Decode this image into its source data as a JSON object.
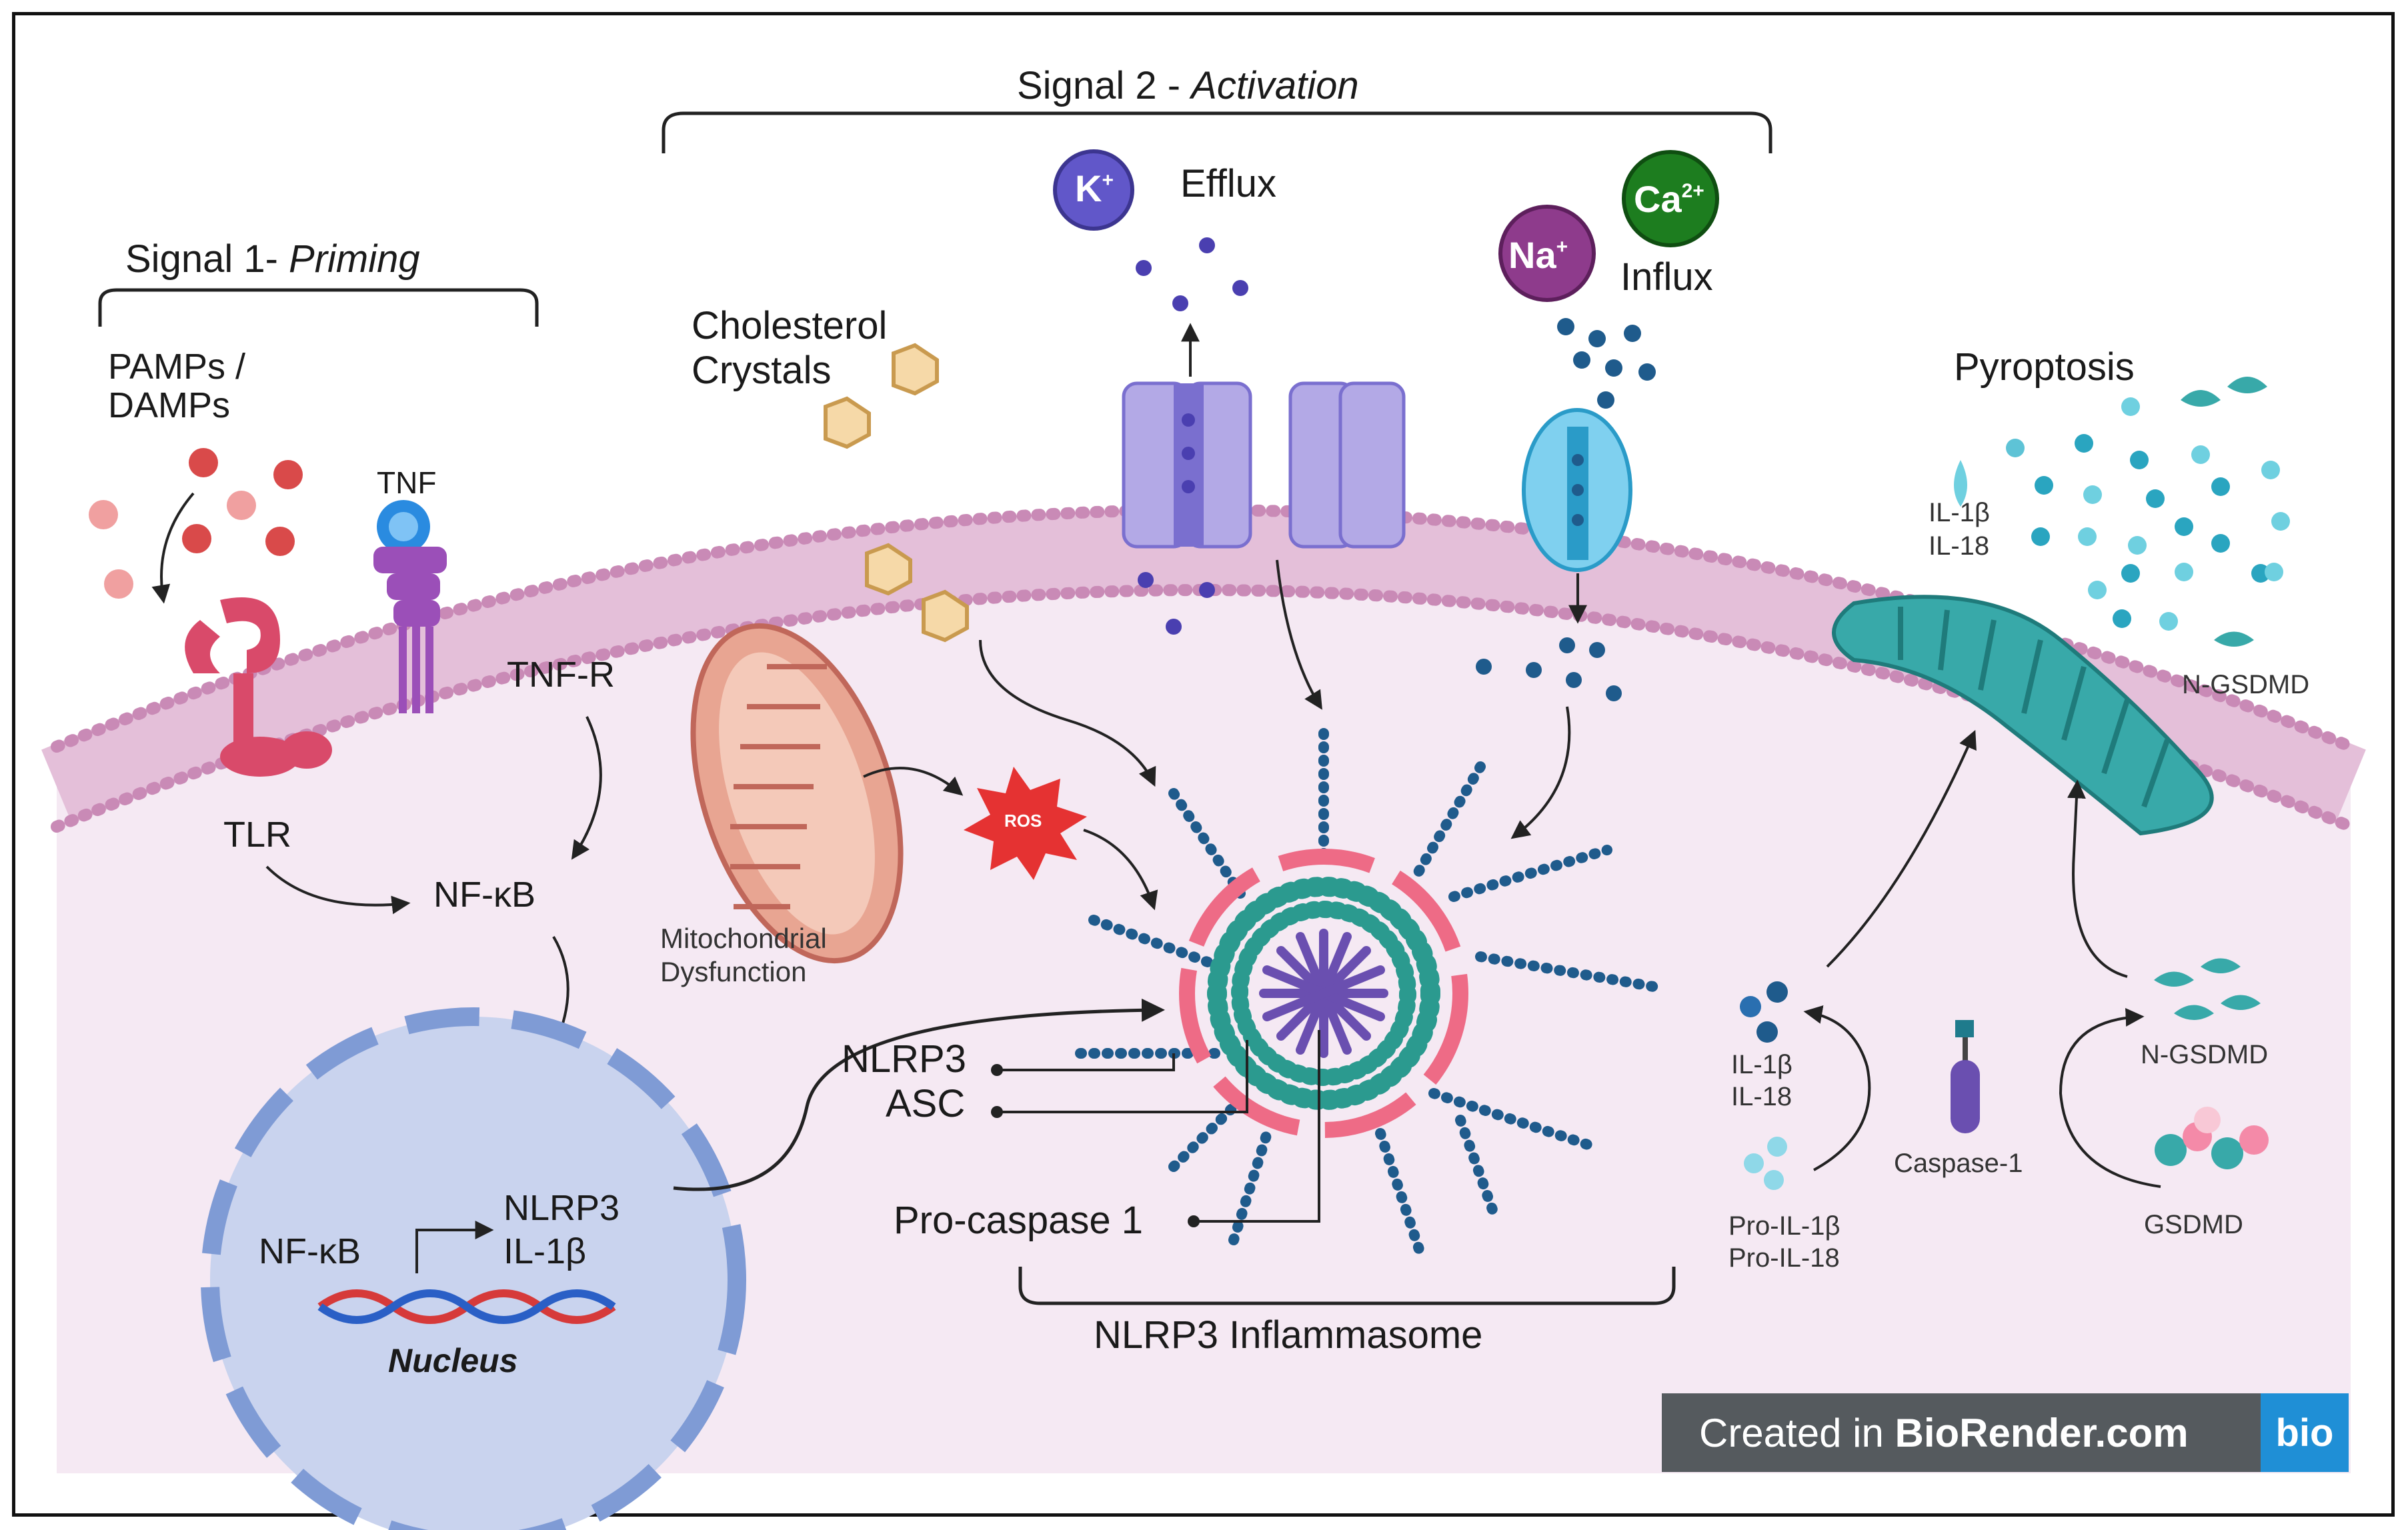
{
  "signal1": {
    "title_prefix": "Signal 1- ",
    "title_italic": "Priming"
  },
  "signal2": {
    "title_prefix": "Signal 2 - ",
    "title_italic": "Activation"
  },
  "labels": {
    "pamps": "PAMPs /",
    "damps": "DAMPs",
    "tnf": "TNF",
    "tnf_r": "TNF-R",
    "tlr": "TLR",
    "nfkb": "NF-κB",
    "nucleus_nfkb": "NF-κB",
    "nucleus_nlrp3": "NLRP3",
    "nucleus_il1b": "IL-1β",
    "nucleus": "Nucleus",
    "cholesterol_1": "Cholesterol",
    "cholesterol_2": "Crystals",
    "mito_1": "Mitochondrial",
    "mito_2": "Dysfunction",
    "ros": "ROS",
    "efflux": "Efflux",
    "influx": "Influx",
    "nlrp3": "NLRP3",
    "asc": "ASC",
    "procaspase": "Pro-caspase 1",
    "inflammasome": "NLRP3 Inflammasome",
    "pyroptosis": "Pyroptosis",
    "pyro_il1b": "IL-1β",
    "pyro_il18": "IL-18",
    "ngsdmd_top": "N-GSDMD",
    "il1b": "IL-1β",
    "il18": "IL-18",
    "pro_il1b": "Pro-IL-1β",
    "pro_il18": "Pro-IL-18",
    "caspase1": "Caspase-1",
    "ngsdmd": "N-GSDMD",
    "gsdmd": "GSDMD"
  },
  "ions": {
    "k_base": "K",
    "k_sup": "+",
    "na_base": "Na",
    "na_sup": "+",
    "ca_base": "Ca",
    "ca_sup": "2+"
  },
  "badge": {
    "prefix": "Created in ",
    "brand": "BioRender.com",
    "logo": "bio"
  },
  "colors": {
    "cell": "#f5e9f3",
    "membrane": "#c98ab6",
    "nucleus": "#c9d3ee",
    "nucleus_edge": "#7f9bd5",
    "k_ion": "#6157c9",
    "na_ion": "#8e3b8c",
    "ca_ion": "#1d7d1f",
    "asc_dots": "#1f5b8c",
    "gsdmd": "#38a9a9"
  }
}
